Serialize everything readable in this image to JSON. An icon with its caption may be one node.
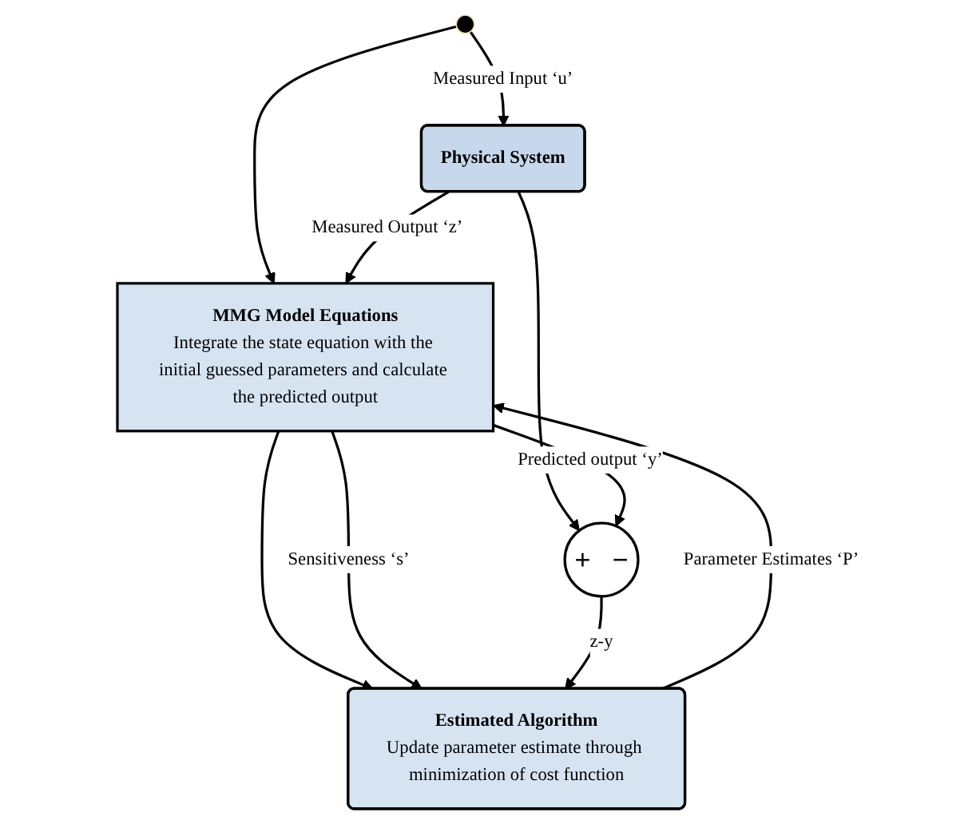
{
  "diagram": {
    "nodes": [
      {
        "text": [
          "Physical System"
        ]
      },
      {
        "text": [
          "MMG Model Equations",
          "Integrate the state equation with the initial guessed parameters and calculate the predicted output"
        ]
      },
      {
        "text": [
          "Estimated Algorithm",
          "Update parameter estimate through minimization of cost function"
        ]
      },
      {
        "text": [
          "+",
          "−"
        ]
      }
    ],
    "edges": [
      {
        "from": null,
        "to": 0,
        "arrow": "to",
        "label": "Measured Input ‘u’"
      },
      {
        "from": null,
        "to": 1,
        "arrow": "to"
      },
      {
        "from": 0,
        "to": 1,
        "arrow": "to",
        "label": "Measured Output ‘z’"
      },
      {
        "from": 0,
        "to": 3,
        "arrow": "to"
      },
      {
        "from": 1,
        "to": 3,
        "arrow": "to",
        "label": "Predicted output ‘y’"
      },
      {
        "from": 1,
        "to": 2,
        "arrow": "to"
      },
      {
        "from": 1,
        "to": 2,
        "arrow": "to",
        "label": "Sensitiveness ‘s’"
      },
      {
        "from": 3,
        "to": 2,
        "arrow": "to",
        "label": "z-y"
      },
      {
        "from": 2,
        "to": 1,
        "arrow": "to",
        "label": "Parameter Estimates ‘P’"
      }
    ]
  }
}
